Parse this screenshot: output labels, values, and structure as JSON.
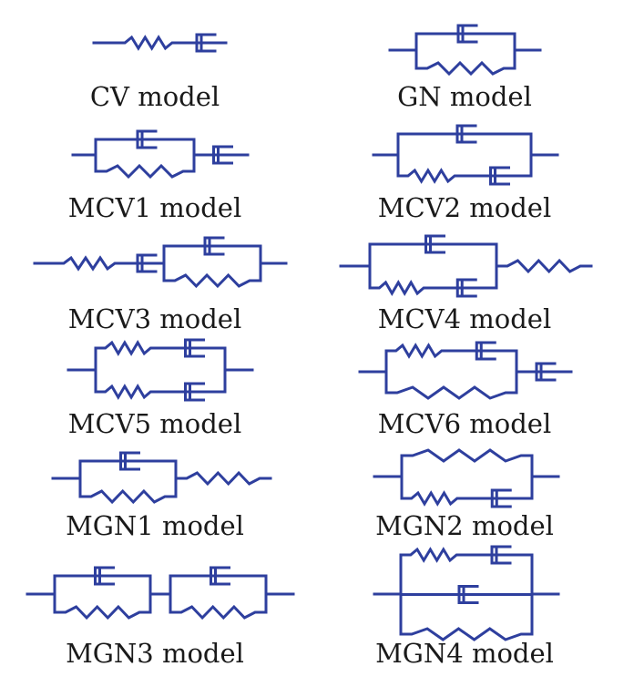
{
  "colors": {
    "line": "#2e3f9e",
    "text": "#1a1a1a"
  },
  "models": [
    {
      "id": "cv",
      "label": "CV model"
    },
    {
      "id": "gn",
      "label": "GN model"
    },
    {
      "id": "mcv1",
      "label": "MCV1 model"
    },
    {
      "id": "mcv2",
      "label": "MCV2 model"
    },
    {
      "id": "mcv3",
      "label": "MCV3 model"
    },
    {
      "id": "mcv4",
      "label": "MCV4 model"
    },
    {
      "id": "mcv5",
      "label": "MCV5 model"
    },
    {
      "id": "mcv6",
      "label": "MCV6 model"
    },
    {
      "id": "mgn1",
      "label": "MGN1 model"
    },
    {
      "id": "mgn2",
      "label": "MGN2 model"
    },
    {
      "id": "mgn3",
      "label": "MGN3 model"
    },
    {
      "id": "mgn4",
      "label": "MGN4 model"
    }
  ]
}
